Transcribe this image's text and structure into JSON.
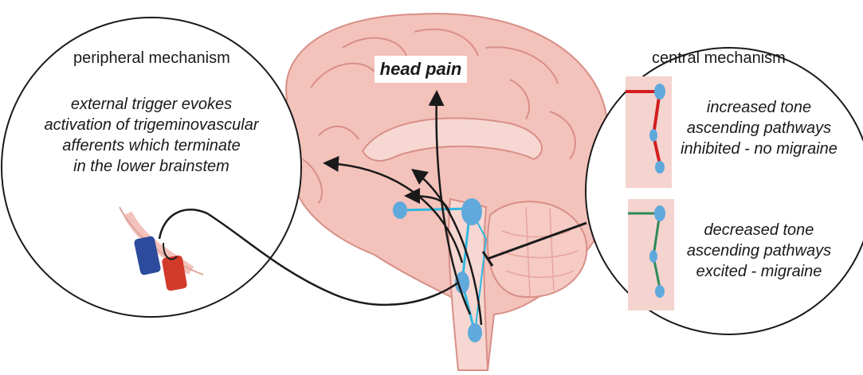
{
  "left_panel": {
    "title": "peripheral mechanism",
    "description": [
      "external trigger evokes",
      "activation of trigeminovascular",
      "afferents which terminate",
      "in the lower brainstem"
    ]
  },
  "center_label": "head pain",
  "right_panel": {
    "title": "central mechanism",
    "top_text": [
      "increased tone",
      "ascending pathways",
      "inhibited - no migraine"
    ],
    "bottom_text": [
      "decreased tone",
      "ascending pathways",
      "excited - migraine"
    ]
  },
  "colors": {
    "brain": "#f3c2bb",
    "brain_outline": "#d88f87",
    "nuclei": "#5fa9dc",
    "pathway": "#2fb8e0",
    "inhibited_path": "#d21e1e",
    "excited_path": "#2e8b57",
    "trigger_blue": "#2c4b9c",
    "trigger_red": "#d23a2a",
    "arrow": "#1a1a1a"
  },
  "icons": [
    "brain-illustration",
    "trigeminal-nerve-icon"
  ]
}
